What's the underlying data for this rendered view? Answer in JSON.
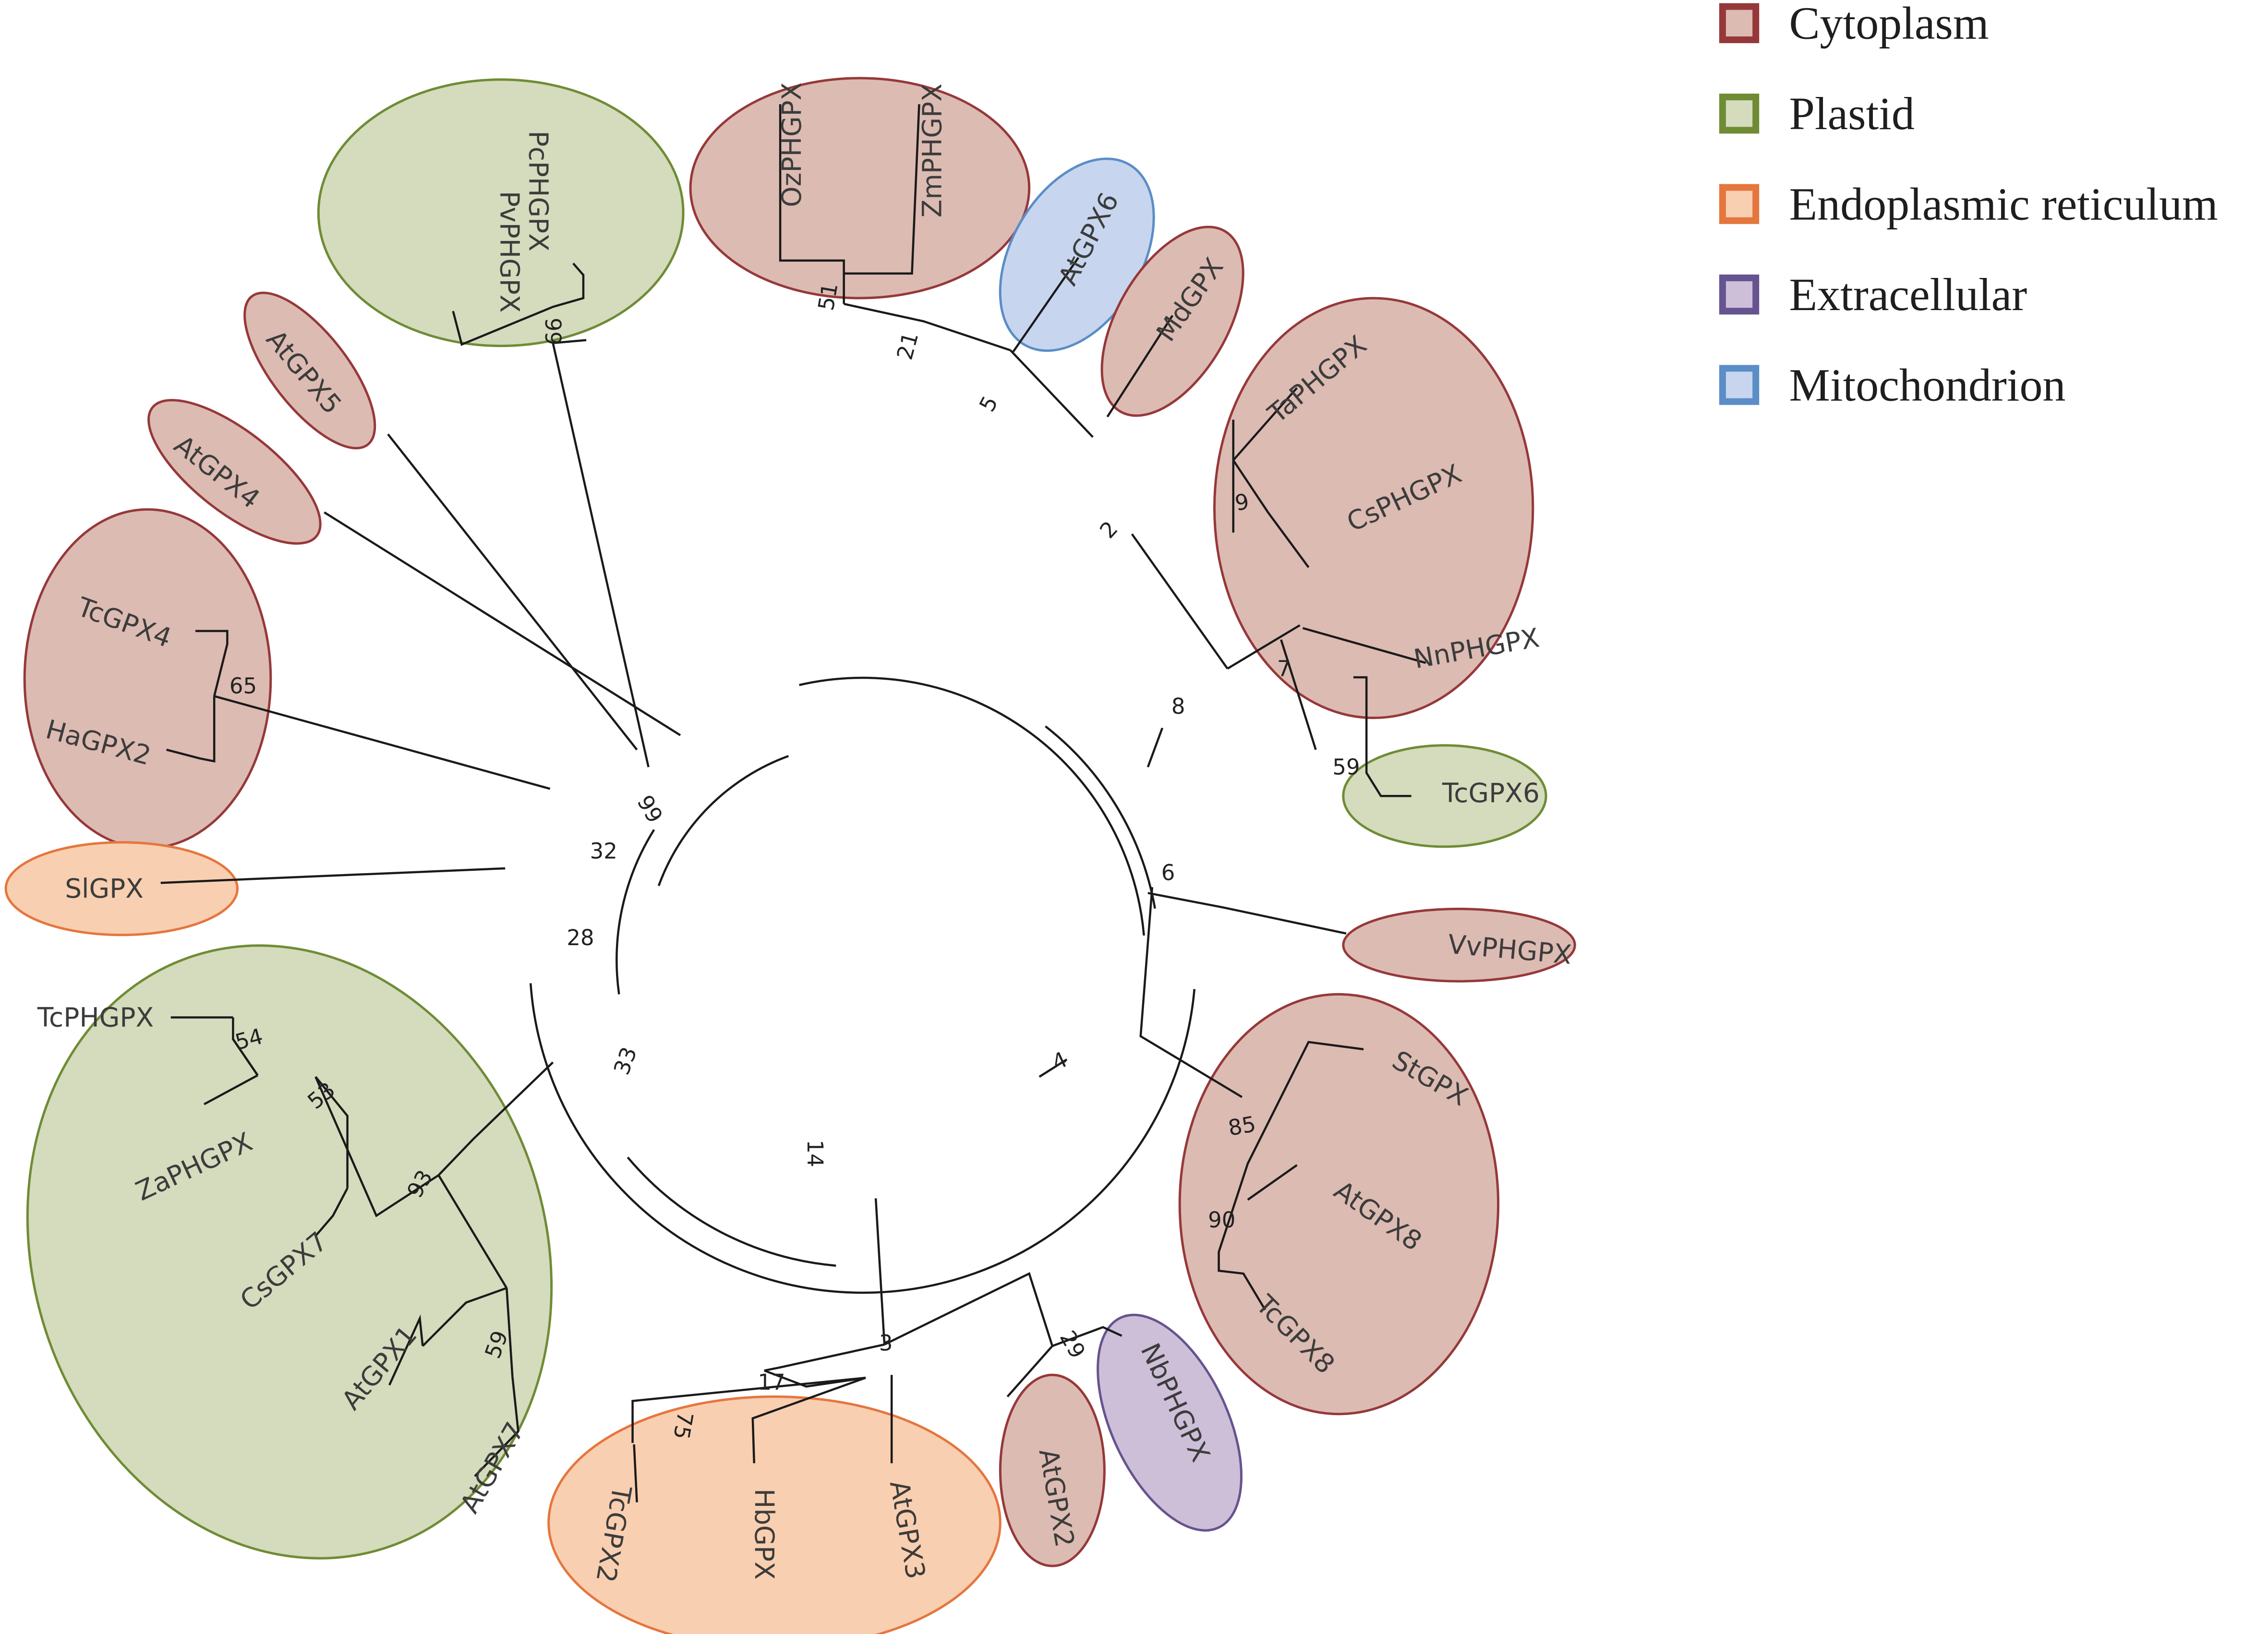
{
  "legend": {
    "items": [
      {
        "key": "cytoplasm",
        "label": "Cytoplasm",
        "fill": "#dcbbb2",
        "stroke": "#96383a"
      },
      {
        "key": "plastid",
        "label": "Plastid",
        "fill": "#d5dbbd",
        "stroke": "#6f8c35"
      },
      {
        "key": "er",
        "label": "Endoplasmic reticulum",
        "fill": "#f8cfb0",
        "stroke": "#e5763e"
      },
      {
        "key": "extracellular",
        "label": "Extracellular",
        "fill": "#cebfd8",
        "stroke": "#65548f"
      },
      {
        "key": "mito",
        "label": "Mitochondrion",
        "fill": "#c7d6ee",
        "stroke": "#5b8dc6"
      }
    ]
  },
  "tree": {
    "taxa": [
      {
        "id": "OzPHGPX",
        "label": "OzPHGPX",
        "location": "cytoplasm"
      },
      {
        "id": "ZmPHGPX",
        "label": "ZmPHGPX",
        "location": "cytoplasm"
      },
      {
        "id": "AtGPX6",
        "label": "AtGPX6",
        "location": "mito"
      },
      {
        "id": "MdGPX",
        "label": "MdGPX",
        "location": "cytoplasm"
      },
      {
        "id": "TaPHGPX",
        "label": "TaPHGPX",
        "location": "cytoplasm"
      },
      {
        "id": "CsPHGPX",
        "label": "CsPHGPX",
        "location": "cytoplasm"
      },
      {
        "id": "NnPHGPX",
        "label": "NnPHGPX",
        "location": "cytoplasm"
      },
      {
        "id": "TcGPX6",
        "label": "TcGPX6",
        "location": "plastid"
      },
      {
        "id": "VvPHGPX",
        "label": "VvPHGPX",
        "location": "cytoplasm"
      },
      {
        "id": "StGPX",
        "label": "StGPX",
        "location": "cytoplasm"
      },
      {
        "id": "AtGPX8",
        "label": "AtGPX8",
        "location": "cytoplasm"
      },
      {
        "id": "TcGPX8",
        "label": "TcGPX8",
        "location": "cytoplasm"
      },
      {
        "id": "NbPHGPX",
        "label": "NbPHGPX",
        "location": "extracellular"
      },
      {
        "id": "AtGPX2",
        "label": "AtGPX2",
        "location": "cytoplasm"
      },
      {
        "id": "AtGPX3",
        "label": "AtGPX3",
        "location": "er"
      },
      {
        "id": "HbGPX",
        "label": "HbGPX",
        "location": "er"
      },
      {
        "id": "TcGPX2",
        "label": "TcGPX2",
        "location": "er"
      },
      {
        "id": "AtGPX7",
        "label": "AtGPX7",
        "location": "plastid"
      },
      {
        "id": "AtGPX1",
        "label": "AtGPX1",
        "location": "plastid"
      },
      {
        "id": "CsGPX7",
        "label": "CsGPX7",
        "location": "plastid"
      },
      {
        "id": "ZaPHGPX",
        "label": "ZaPHGPX",
        "location": "plastid"
      },
      {
        "id": "TcPHGPX",
        "label": "TcPHGPX",
        "location": "plastid"
      },
      {
        "id": "SlGPX",
        "label": "SlGPX",
        "location": "er"
      },
      {
        "id": "HaGPX2",
        "label": "HaGPX2",
        "location": "cytoplasm"
      },
      {
        "id": "TcGPX4",
        "label": "TcGPX4",
        "location": "cytoplasm"
      },
      {
        "id": "AtGPX4",
        "label": "AtGPX4",
        "location": "cytoplasm"
      },
      {
        "id": "AtGPX5",
        "label": "AtGPX5",
        "location": "cytoplasm"
      },
      {
        "id": "PvPHGPX",
        "label": "PvPHGPX",
        "location": "plastid"
      },
      {
        "id": "PcPHGPX",
        "label": "PcPHGPX",
        "location": "plastid"
      }
    ],
    "bootstrap_values": [
      "51",
      "21",
      "5",
      "2",
      "9",
      "7",
      "59",
      "8",
      "6",
      "85",
      "90",
      "4",
      "29",
      "3",
      "17",
      "75",
      "14",
      "93",
      "59",
      "53",
      "54",
      "33",
      "28",
      "65",
      "32",
      "99",
      "99"
    ]
  }
}
